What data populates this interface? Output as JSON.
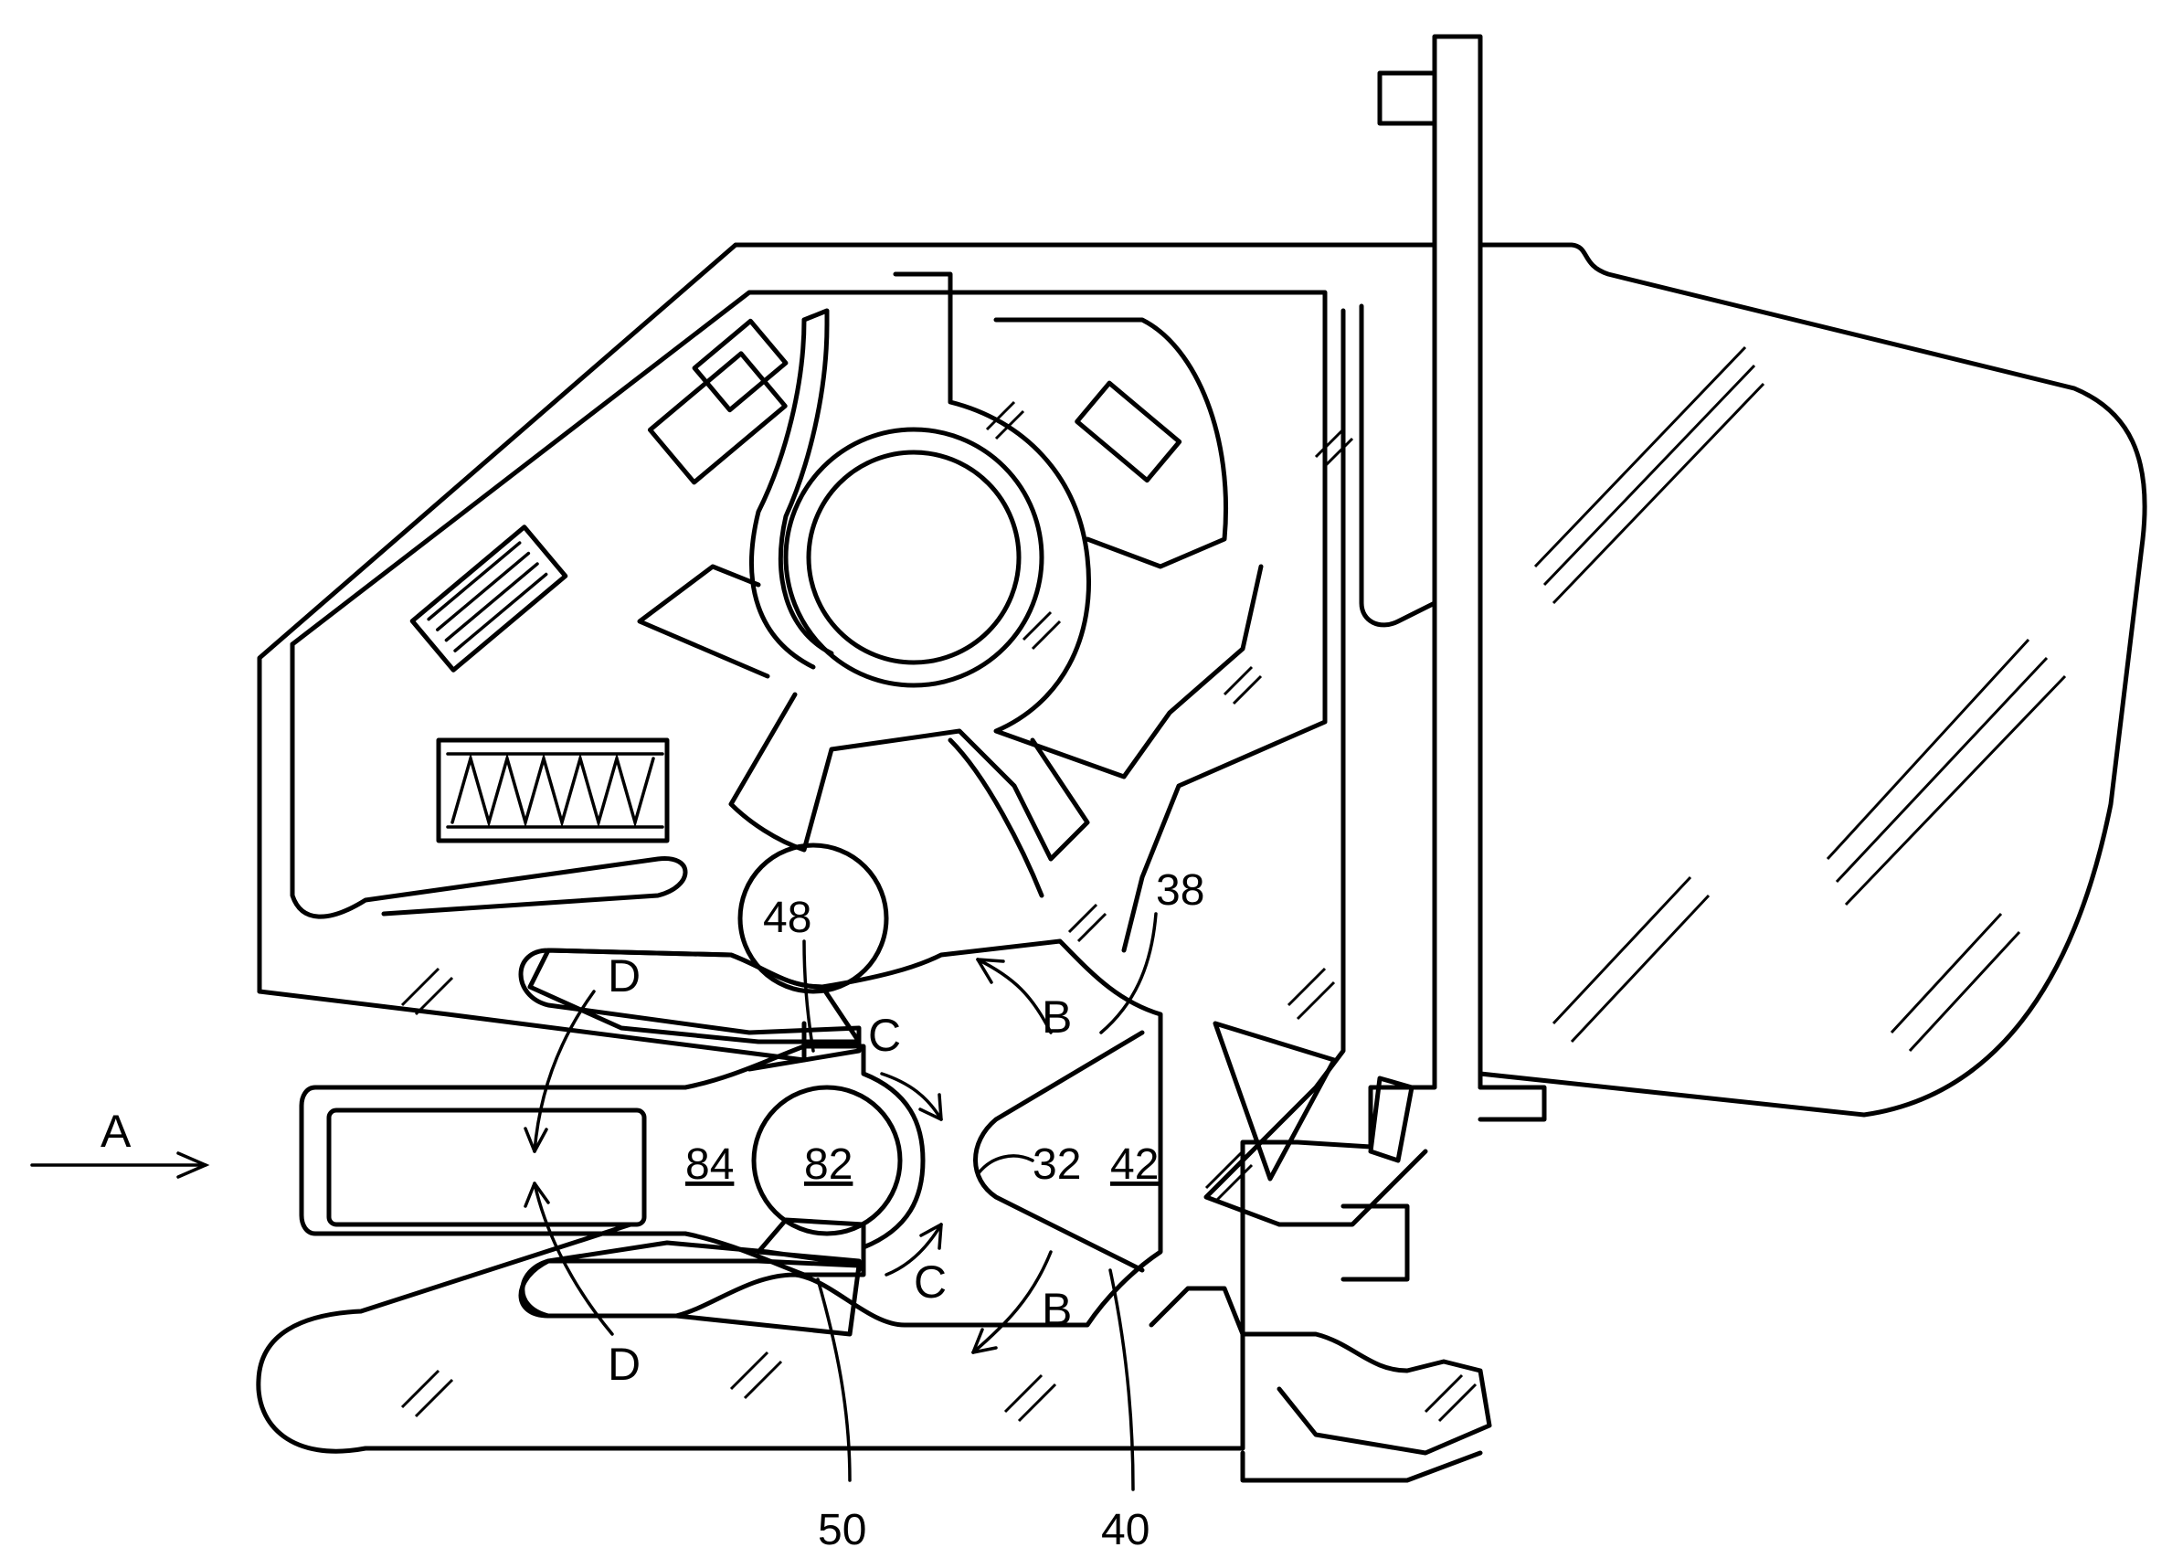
{
  "figure": {
    "labels": {
      "arrow_a": "A",
      "b_upper": "B",
      "b_lower": "B",
      "c_upper": "C",
      "c_lower": "C",
      "d_upper": "D",
      "d_lower": "D",
      "ref_32": "32",
      "ref_38": "38",
      "ref_40": "40",
      "ref_42": "42",
      "ref_48": "48",
      "ref_50": "50",
      "ref_82": "82",
      "ref_84": "84"
    }
  }
}
